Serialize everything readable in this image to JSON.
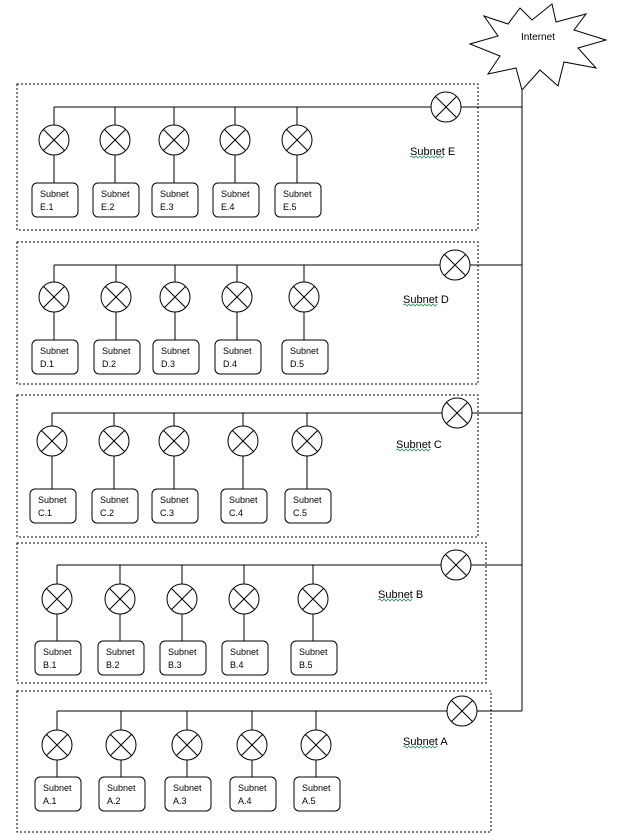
{
  "internet": {
    "label": "Internet"
  },
  "node_word": "Subnet",
  "subnets": [
    {
      "title": "Subnet E",
      "nodes": [
        "E.1",
        "E.2",
        "E.3",
        "E.4",
        "E.5"
      ]
    },
    {
      "title": "Subnet D",
      "nodes": [
        "D.1",
        "D.2",
        "D.3",
        "D.4",
        "D.5"
      ]
    },
    {
      "title": "Subnet C",
      "nodes": [
        "C.1",
        "C.2",
        "C.3",
        "C.4",
        "C.5"
      ]
    },
    {
      "title": "Subnet B",
      "nodes": [
        "B.1",
        "B.2",
        "B.3",
        "B.4",
        "B.5"
      ]
    },
    {
      "title": "Subnet A",
      "nodes": [
        "A.1",
        "A.2",
        "A.3",
        "A.4",
        "A.5"
      ]
    }
  ],
  "colors": {
    "line": "#000000",
    "spellcheck_underline": "#2e8b57"
  }
}
